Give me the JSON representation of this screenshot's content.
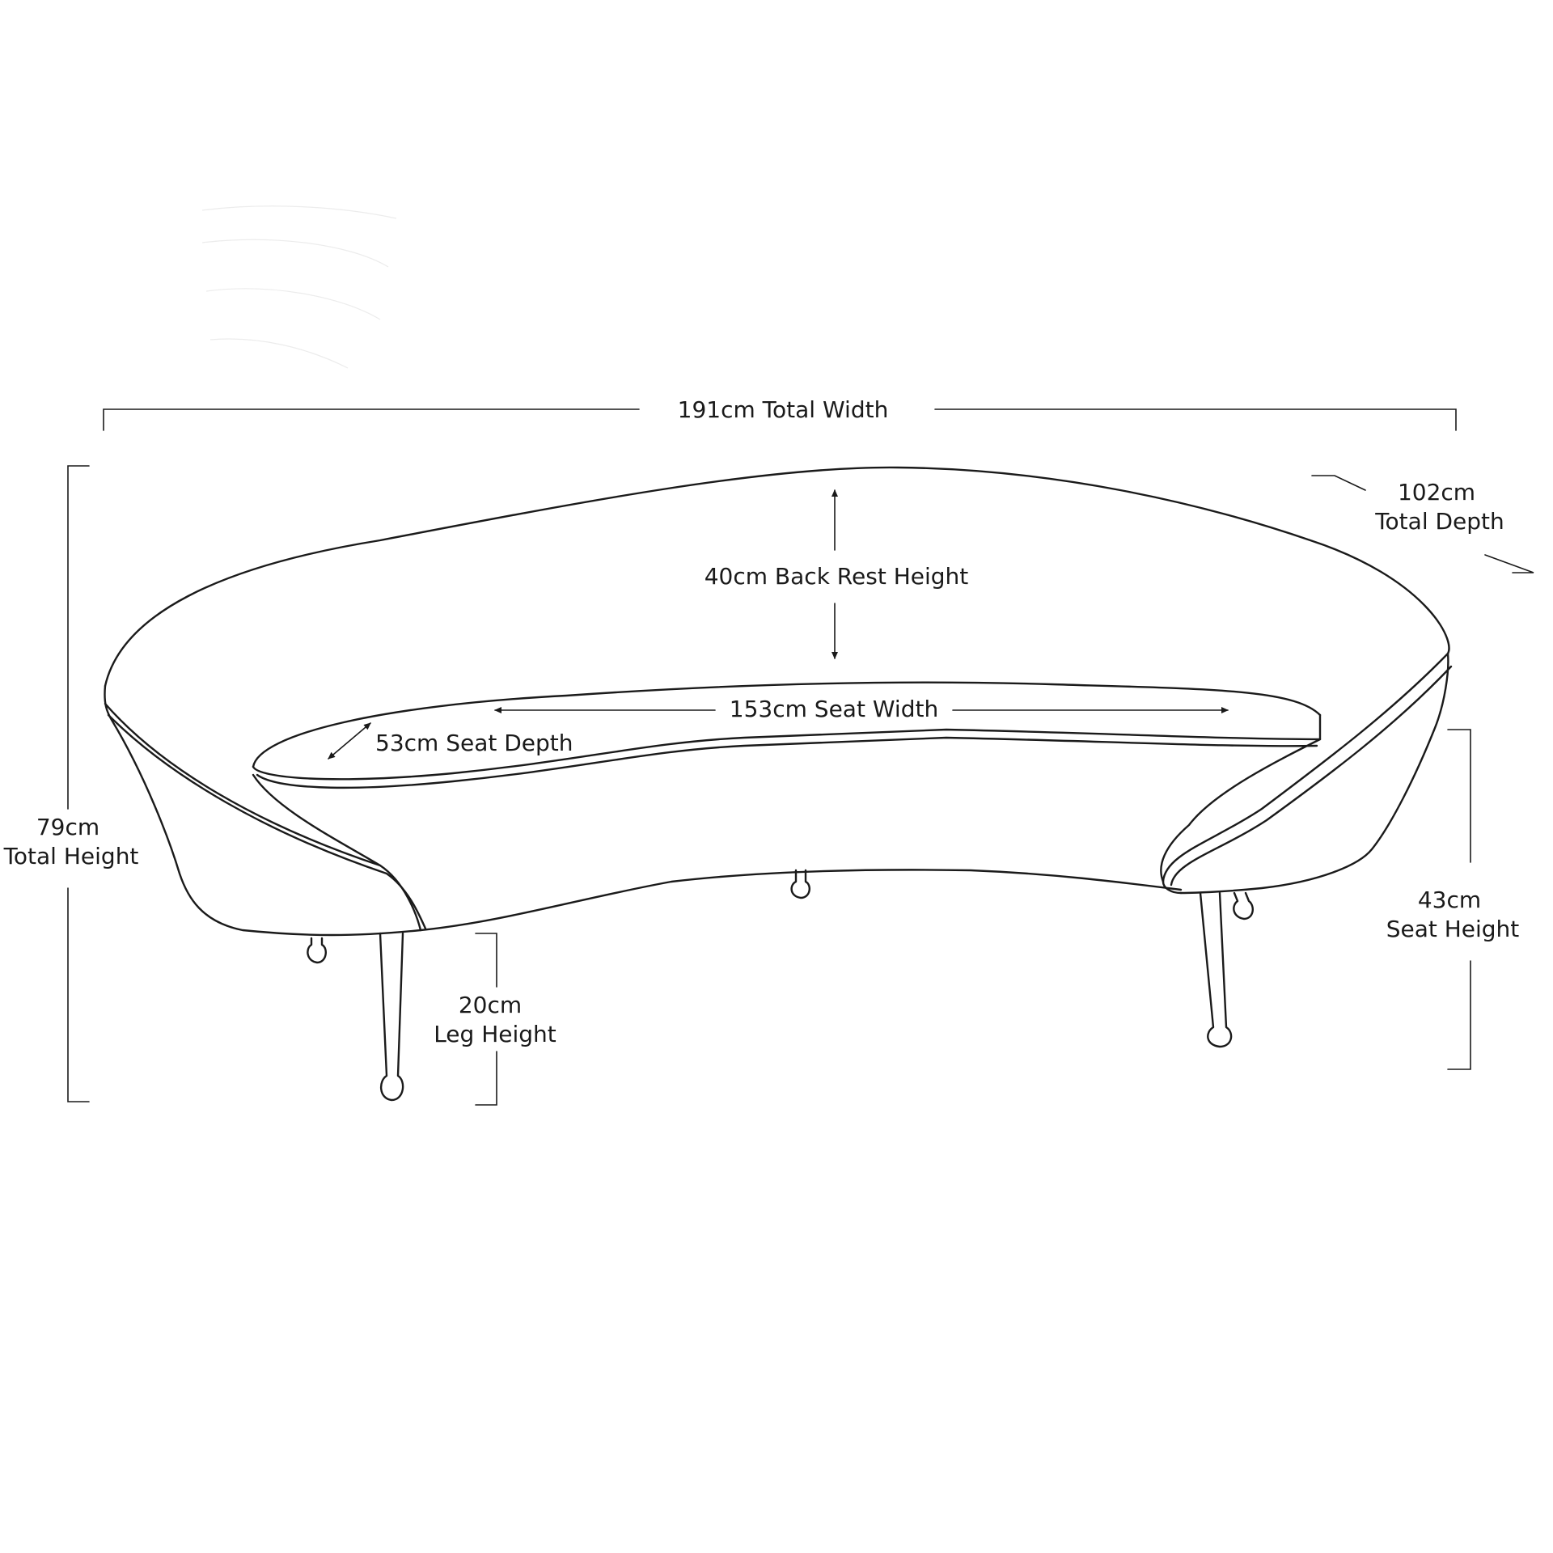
{
  "diagram": {
    "labels": {
      "total_width": "191cm Total Width",
      "total_depth_value": "102cm",
      "total_depth_text": "Total Depth",
      "back_rest_height": "40cm Back Rest Height",
      "seat_width": "153cm Seat Width",
      "seat_depth": "53cm Seat Depth",
      "total_height_value": "79cm",
      "total_height_text": "Total Height",
      "seat_height_value": "43cm",
      "seat_height_text": "Seat Height",
      "leg_height_value": "20cm",
      "leg_height_text": "Leg Height"
    },
    "colors": {
      "stroke": "#1a1a1a",
      "background": "#ffffff"
    }
  }
}
